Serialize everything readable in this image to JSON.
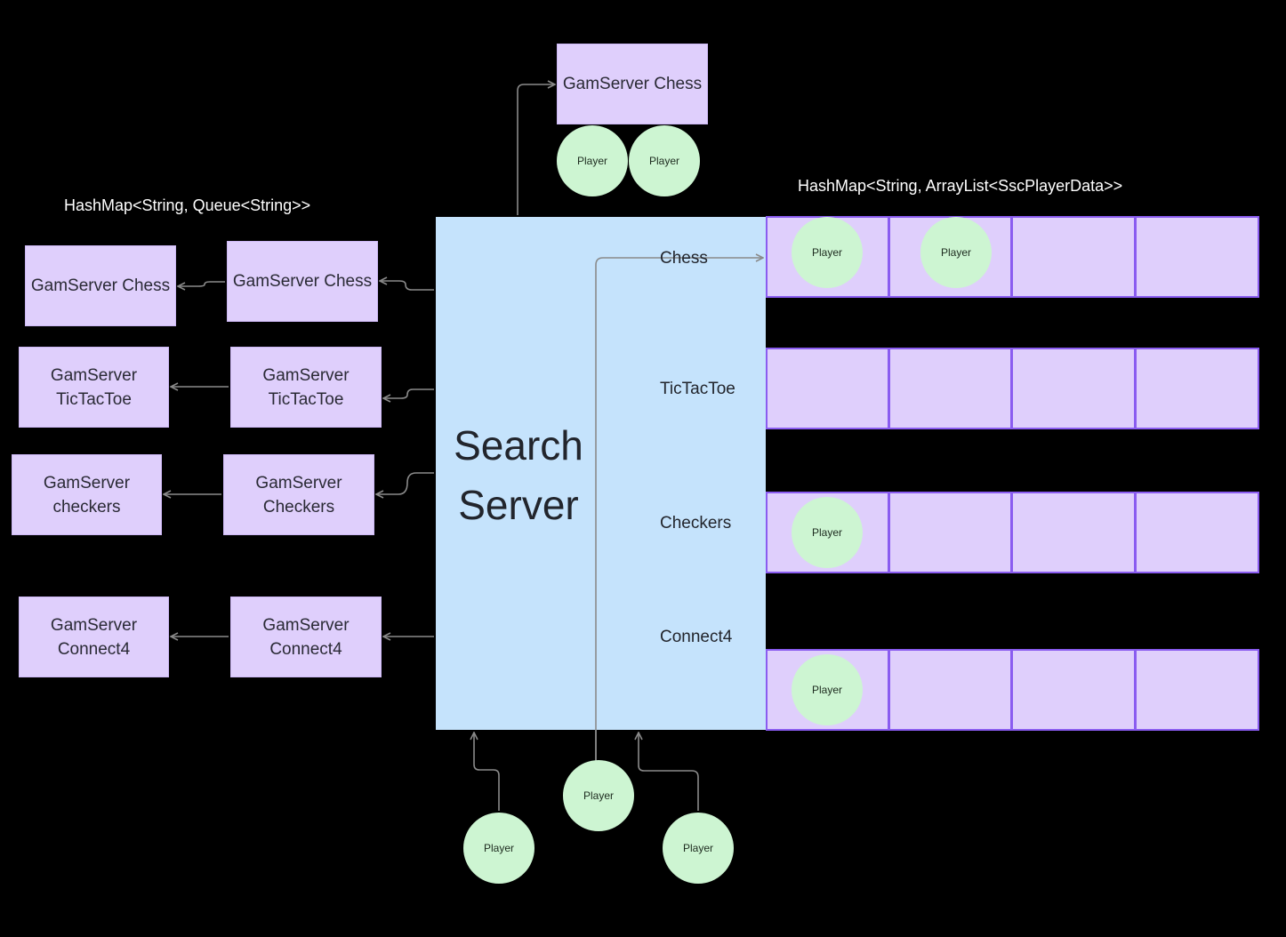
{
  "captions": {
    "left_hashmap": "HashMap<String, Queue<String>>",
    "right_hashmap": "HashMap<String, ArrayList<SscPlayerData>>"
  },
  "search_server": {
    "label": "Search\nServer"
  },
  "keys": {
    "chess": "Chess",
    "tictactoe": "TicTacToe",
    "checkers": "Checkers",
    "connect4": "Connect4"
  },
  "top_server": {
    "label": "GamServer Chess"
  },
  "queues": {
    "chess": {
      "inner": "GamServer Chess",
      "outer": "GamServer Chess"
    },
    "tictactoe": {
      "inner": "GamServer\nTicTacToe",
      "outer": "GamServer\nTicTacToe"
    },
    "checkers": {
      "inner": "GamServer\nCheckers",
      "outer": "GamServer\ncheckers"
    },
    "connect4": {
      "inner": "GamServer\nConnect4",
      "outer": "GamServer\nConnect4"
    }
  },
  "player_label": "Player",
  "colors": {
    "background": "#000000",
    "search_server": "#c5e3fc",
    "server_box": "#dfcffc",
    "cell_border": "#8a5cf0",
    "player": "#cdf5d2",
    "connector": "#8a8a8a"
  }
}
